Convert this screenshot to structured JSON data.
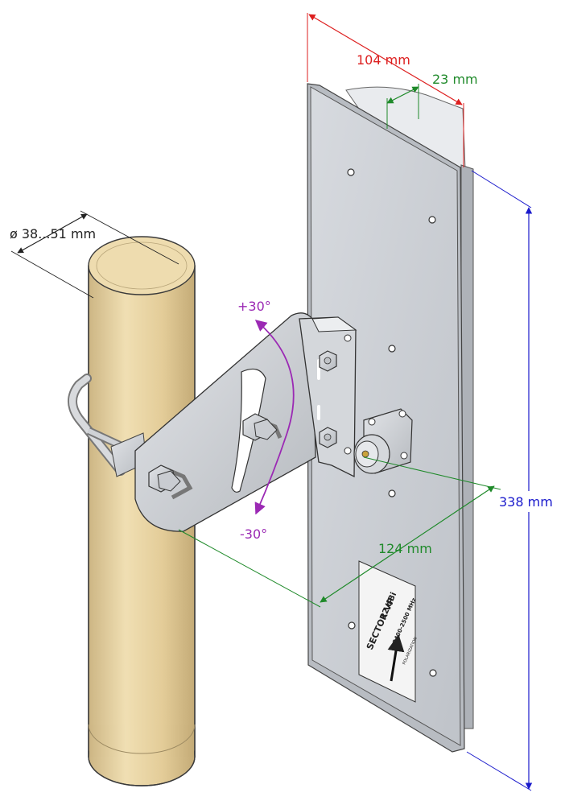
{
  "dimensions": {
    "width": "104 mm",
    "depth": "23 mm",
    "height": "338 mm",
    "offset": "124 mm",
    "pole_diameter": "ø 38...51 mm"
  },
  "tilt": {
    "up": "+30°",
    "down": "-30°"
  },
  "label_plate": {
    "brand": "SECTOR VP",
    "gain": "12 dBi",
    "frequency": "2400-2500 MHz",
    "polarization": "POLARIZATION"
  },
  "colors": {
    "width": "#dd1f1f",
    "depth": "#1f8a2a",
    "height": "#1a1acc",
    "offset": "#1f8a2a",
    "tilt": "#9b29b4",
    "pole": "#e4cf9d",
    "panel": "#cdd0d5"
  }
}
